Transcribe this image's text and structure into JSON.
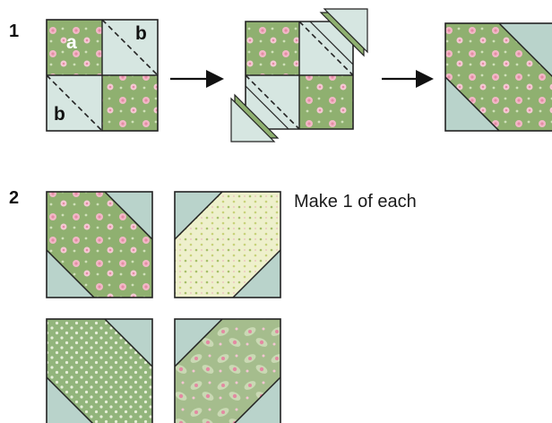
{
  "steps": [
    {
      "number": "1"
    },
    {
      "number": "2",
      "instruction": "Make 1 of each"
    }
  ],
  "patch_labels": {
    "a": "a",
    "b": "b"
  },
  "colors": {
    "green_floral": "#8fb070",
    "light_teal": "#b9d3cb",
    "pale_teal": "#d6e6e1",
    "cream_floral": "#eef0cc",
    "green_dot": "#92b57c",
    "paisley": "#a5bd8d",
    "pink": "#f2b7c6",
    "outline": "#222222"
  }
}
